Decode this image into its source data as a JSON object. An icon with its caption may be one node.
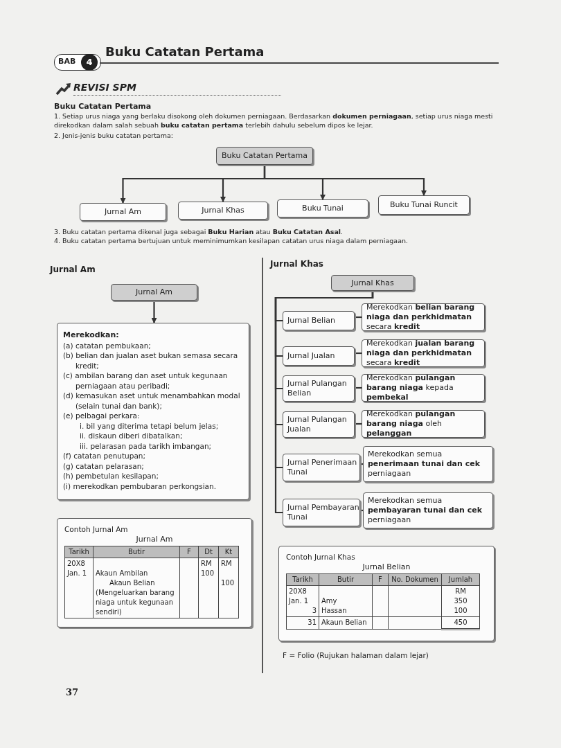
{
  "diagram": {
    "title": "Buku Catatan Pertama",
    "nodes": [
      {
        "text": [
          "Buku Catatan Pertama"
        ]
      },
      {
        "text": [
          "Jurnal Am"
        ]
      },
      {
        "text": [
          "Jurnal Khas"
        ]
      },
      {
        "text": [
          "Buku Tunai"
        ]
      },
      {
        "text": [
          "Buku Tunai Runcit"
        ]
      },
      {
        "text": [
          "Jurnal Am"
        ]
      },
      {
        "text": [
          "Merekodkan:",
          "(a) catatan pembukaan;",
          "(b) belian dan jualan aset bukan semasa secara kredit;",
          "(c) ambilan barang dan aset untuk kegunaan perniagaan atau peribadi;",
          "(d) kemasukan aset untuk menambahkan modal (selain tunai dan bank);",
          "(e) pelbagai perkara:",
          "i. bil yang diterima tetapi belum jelas;",
          "ii. diskaun diberi dibatalkan;",
          "iii. pelarasan pada tarikh imbangan;",
          "(f) catatan penutupan;",
          "(g) catatan pelarasan;",
          "(h) pembetulan kesilapan;",
          "(i) merekodkan pembubaran perkongsian."
        ]
      },
      {
        "text": [
          "Jurnal Khas"
        ]
      },
      {
        "text": [
          "Jurnal Belian"
        ]
      },
      {
        "text": [
          "Merekodkan **belian barang niaga dan perkhidmatan** secara **kredit**"
        ]
      },
      {
        "text": [
          "Jurnal Jualan"
        ]
      },
      {
        "text": [
          "Merekodkan **jualan barang niaga dan perkhidmatan** secara **kredit**"
        ]
      },
      {
        "text": [
          "Jurnal Pulangan Belian"
        ]
      },
      {
        "text": [
          "Merekodkan **pulangan barang niaga** kepada **pembekal**"
        ]
      },
      {
        "text": [
          "Jurnal Pulangan Jualan"
        ]
      },
      {
        "text": [
          "Merekodkan **pulangan barang niaga** oleh **pelanggan**"
        ]
      },
      {
        "text": [
          "Jurnal Penerimaan Tunai"
        ]
      },
      {
        "text": [
          "Merekodkan semua **penerimaan tunai dan cek** perniagaan"
        ]
      },
      {
        "text": [
          "Jurnal Pembayaran Tunai"
        ]
      },
      {
        "text": [
          "Merekodkan semua **pembayaran tunai dan cek** perniagaan"
        ]
      },
      {
        "text": [
          "Contoh Jurnal Am",
          "Jurnal Am"
        ]
      },
      {
        "text": [
          "Contoh Jurnal Khas",
          "Jurnal Belian"
        ]
      }
    ],
    "edges": [
      {
        "from": 0,
        "to": 1,
        "arrow": "to"
      },
      {
        "from": 0,
        "to": 2,
        "arrow": "to"
      },
      {
        "from": 0,
        "to": 3,
        "arrow": "to"
      },
      {
        "from": 0,
        "to": 4,
        "arrow": "to"
      },
      {
        "from": 5,
        "to": 6,
        "arrow": "to"
      },
      {
        "from": 7,
        "to": 8,
        "arrow": "none"
      },
      {
        "from": 7,
        "to": 10,
        "arrow": "none"
      },
      {
        "from": 7,
        "to": 12,
        "arrow": "none"
      },
      {
        "from": 7,
        "to": 14,
        "arrow": "none"
      },
      {
        "from": 7,
        "to": 16,
        "arrow": "none"
      },
      {
        "from": 7,
        "to": 18,
        "arrow": "none"
      },
      {
        "from": 8,
        "to": 9,
        "arrow": "none"
      },
      {
        "from": 10,
        "to": 11,
        "arrow": "none"
      },
      {
        "from": 12,
        "to": 13,
        "arrow": "none"
      },
      {
        "from": 14,
        "to": 15,
        "arrow": "none"
      },
      {
        "from": 16,
        "to": 17,
        "arrow": "none"
      },
      {
        "from": 18,
        "to": 19,
        "arrow": "none"
      }
    ],
    "labels": [
      "BAB",
      "4",
      "REVISI SPM",
      "Buku Catatan Pertama",
      "1. Setiap urus niaga yang berlaku disokong oleh dokumen perniagaan. Berdasarkan **dokumen perniagaan**, setiap urus niaga mesti direkodkan dalam salah sebuah **buku catatan pertama** terlebih dahulu sebelum dipos ke lejar.",
      "2. Jenis-jenis buku catatan pertama:",
      "3. Buku catatan pertama dikenal juga sebagai **Buku Harian** atau **Buku Catatan Asal**.",
      "4. Buku catatan pertama bertujuan untuk meminimumkan kesilapan catatan urus niaga dalam perniagaan.",
      "Jurnal Am",
      "Jurnal Khas",
      "Tarikh",
      "Butir",
      "F",
      "Dt",
      "Kt",
      "20X8",
      "Jan. 1",
      "Akaun Ambilan",
      "Akaun Belian",
      "(Mengeluarkan barang niaga untuk kegunaan sendiri)",
      "RM",
      "100",
      "RM",
      "100",
      "Tarikh",
      "Butir",
      "F",
      "No. Dokumen",
      "Jumlah",
      "20X8",
      "Jan. 1",
      "3",
      "Amy",
      "Hassan",
      "RM",
      "350",
      "100",
      "31",
      "Akaun Belian",
      "450",
      "F = Folio (Rujukan halaman dalam lejar)",
      "37"
    ]
  }
}
